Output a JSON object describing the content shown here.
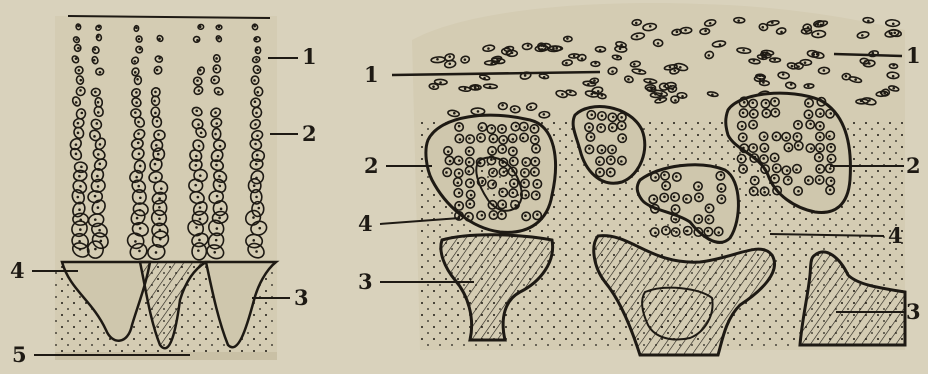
{
  "colors": {
    "background": "#d9d2bc",
    "ink": "#1e1a14",
    "cartilage_matrix": "#cfc7ad"
  },
  "figure": {
    "left_panel": {
      "labels": [
        "1",
        "2",
        "3",
        "4",
        "5"
      ]
    },
    "right_panel": {
      "labels": [
        "1",
        "1",
        "2",
        "2",
        "3",
        "3",
        "4",
        "4"
      ]
    }
  }
}
